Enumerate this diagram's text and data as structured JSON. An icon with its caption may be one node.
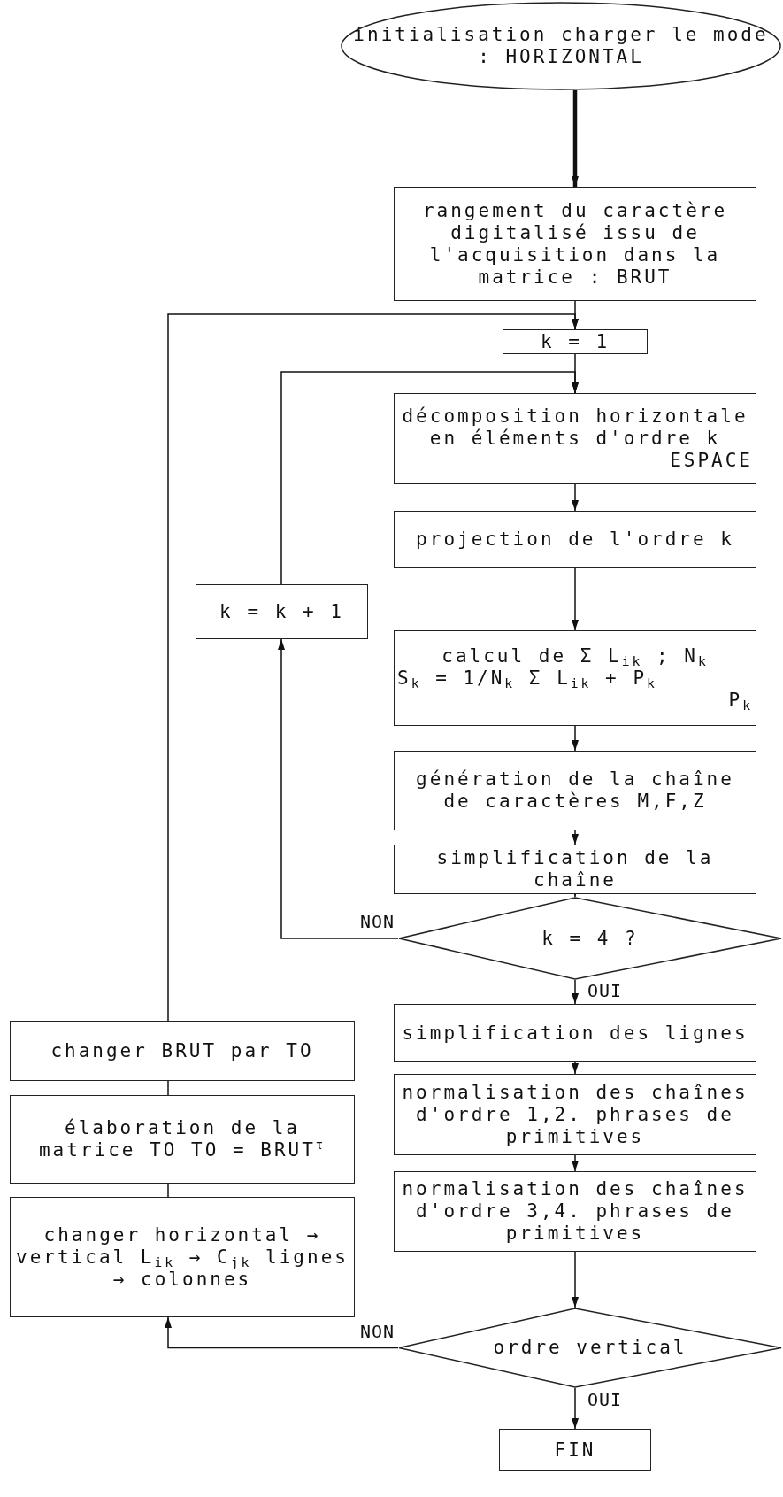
{
  "diagram": {
    "nodes": [
      {
        "text": [
          "initialisation charger le mode : HORIZONTAL"
        ]
      },
      {
        "text": [
          "rangement du caractère digitalisé issu de l'acquisition dans la matrice : BRUT"
        ]
      },
      {
        "text": [
          "k = 1"
        ]
      },
      {
        "text": [
          "décomposition horizontale en éléments d'ordre k",
          "ESPACE"
        ]
      },
      {
        "text": [
          "projection de l'ordre k"
        ]
      },
      {
        "text": [
          "calcul de Σ L$_{ik}$ ; N$_{k}$",
          "S$_{k}$ = 1/N$_{k}$ Σ L$_{ik}$ + P$_{k}$",
          "P$_{k}$"
        ]
      },
      {
        "text": [
          "génération de la chaîne de caractères M,F,Z"
        ]
      },
      {
        "text": [
          "simplification de la chaîne"
        ]
      },
      {
        "text": [
          "k = 4 ?"
        ]
      },
      {
        "text": [
          "simplification des lignes"
        ]
      },
      {
        "text": [
          "normalisation des chaînes d'ordre 1,2. phrases de primitives"
        ]
      },
      {
        "text": [
          "normalisation des chaînes d'ordre 3,4. phrases de primitives"
        ]
      },
      {
        "text": [
          "ordre vertical"
        ]
      },
      {
        "text": [
          "FIN"
        ]
      },
      {
        "text": [
          "k = k + 1"
        ]
      },
      {
        "text": [
          "changer BRUT par TO"
        ]
      },
      {
        "text": [
          "élaboration de la matrice TO TO = BRUT$^{τ}$"
        ]
      },
      {
        "text": [
          "changer horizontal → vertical L$_{ik}$ → C$_{jk}$ lignes → colonnes"
        ]
      }
    ],
    "edges": [
      {
        "from": 0,
        "to": 1,
        "arrow": "to",
        "style": "thick"
      },
      {
        "from": 1,
        "to": 2,
        "arrow": "to"
      },
      {
        "from": 2,
        "to": 3,
        "arrow": "to"
      },
      {
        "from": 3,
        "to": 4,
        "arrow": "to"
      },
      {
        "from": 4,
        "to": 5,
        "arrow": "to"
      },
      {
        "from": 5,
        "to": 6,
        "arrow": "to"
      },
      {
        "from": 6,
        "to": 7,
        "arrow": "to"
      },
      {
        "from": 7,
        "to": 8,
        "arrow": "to"
      },
      {
        "from": 8,
        "to": 9,
        "arrow": "to",
        "label": "OUI"
      },
      {
        "from": 9,
        "to": 10,
        "arrow": "to"
      },
      {
        "from": 10,
        "to": 11,
        "arrow": "to"
      },
      {
        "from": 11,
        "to": 12,
        "arrow": "to"
      },
      {
        "from": 12,
        "to": 13,
        "arrow": "to",
        "label": "OUI"
      },
      {
        "from": 8,
        "to": 14,
        "arrow": "to",
        "label": "NON"
      },
      {
        "from": 14,
        "to": 3,
        "arrow": "to"
      },
      {
        "from": 12,
        "to": 17,
        "arrow": "to",
        "label": "NON"
      },
      {
        "from": 17,
        "to": 16,
        "arrow": "to"
      },
      {
        "from": 16,
        "to": 15,
        "arrow": "to"
      },
      {
        "from": 15,
        "to": 2,
        "arrow": "to"
      }
    ]
  }
}
